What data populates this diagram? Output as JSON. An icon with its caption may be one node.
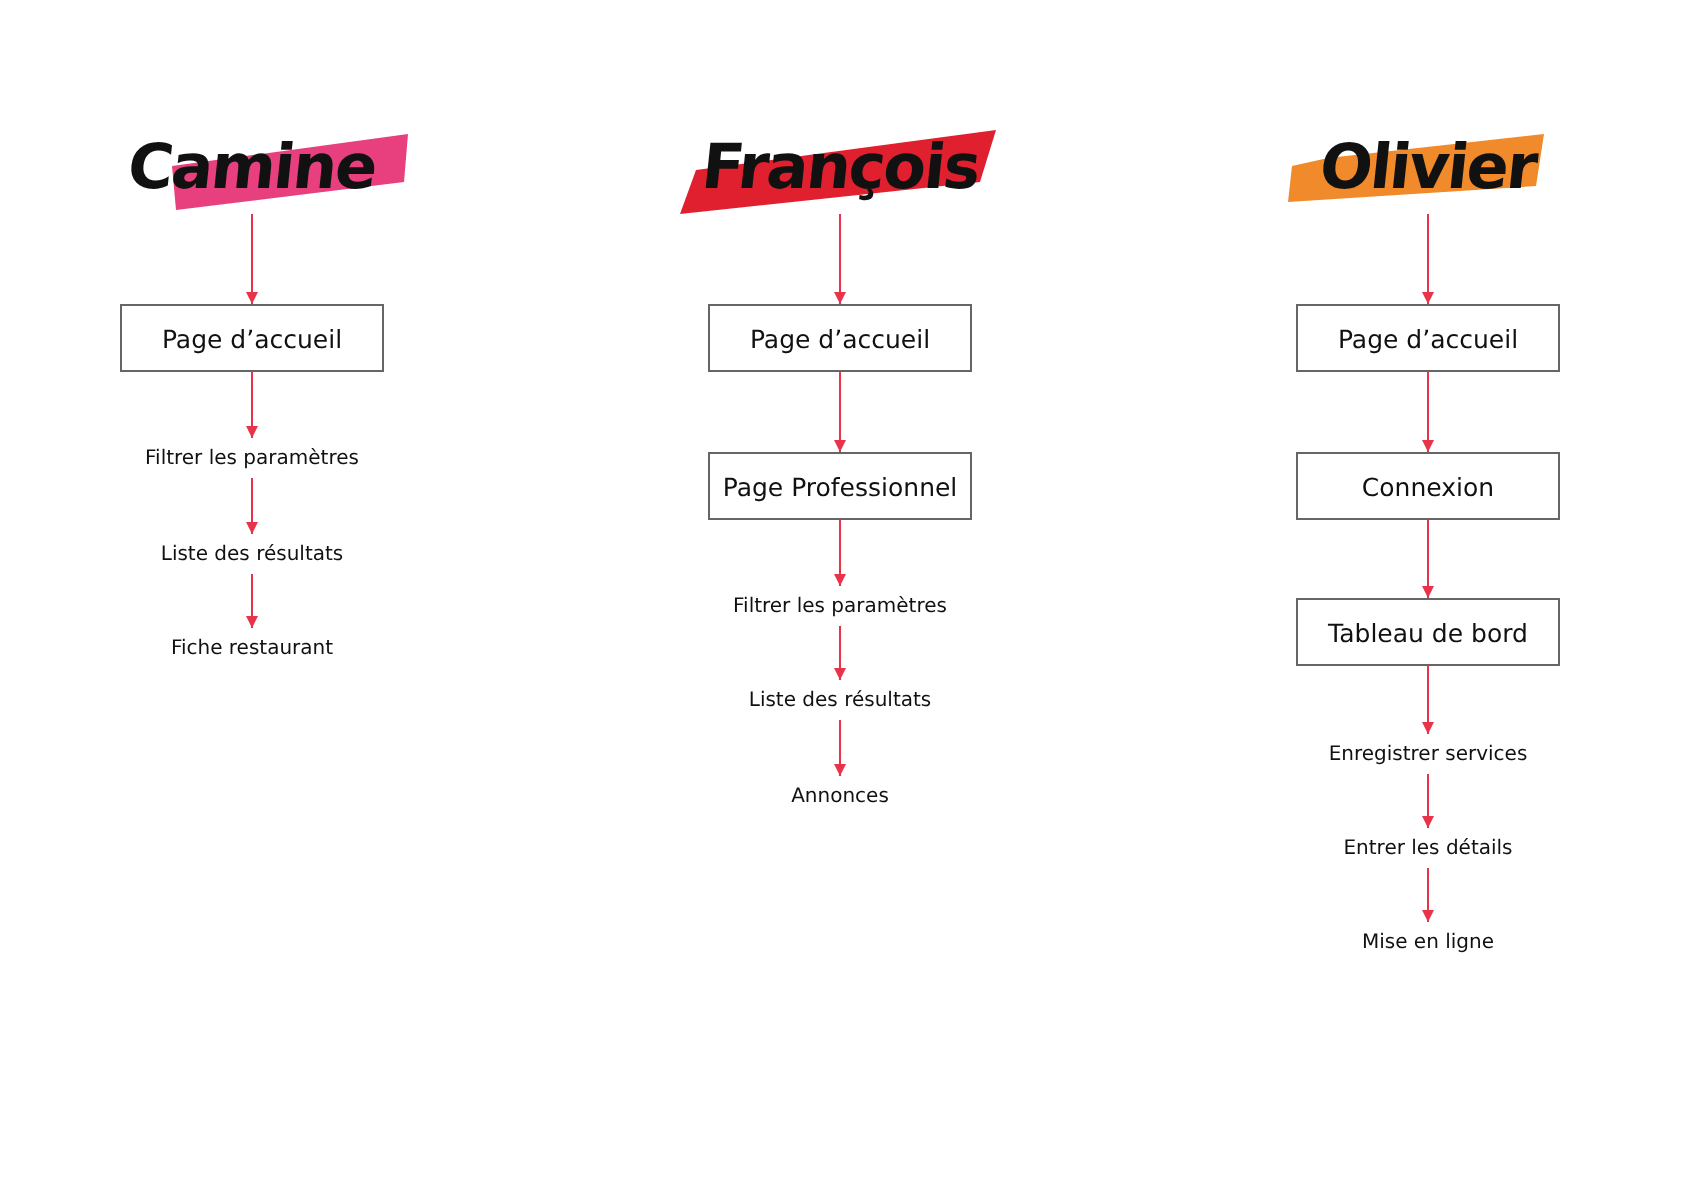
{
  "diagram": {
    "nodes": [
      {
        "text": [
          "Camine"
        ]
      },
      {
        "text": [
          "Page d’accueil"
        ]
      },
      {
        "text": [
          "Filtrer les paramètres"
        ]
      },
      {
        "text": [
          "Liste des résultats"
        ]
      },
      {
        "text": [
          "Fiche restaurant"
        ]
      },
      {
        "text": [
          "François"
        ]
      },
      {
        "text": [
          "Page d’accueil"
        ]
      },
      {
        "text": [
          "Page Professionnel"
        ]
      },
      {
        "text": [
          "Filtrer les paramètres"
        ]
      },
      {
        "text": [
          "Liste des résultats"
        ]
      },
      {
        "text": [
          "Annonces"
        ]
      },
      {
        "text": [
          "Olivier"
        ]
      },
      {
        "text": [
          "Page d’accueil"
        ]
      },
      {
        "text": [
          "Connexion"
        ]
      },
      {
        "text": [
          "Tableau de bord"
        ]
      },
      {
        "text": [
          "Enregistrer services"
        ]
      },
      {
        "text": [
          "Entrer les détails"
        ]
      },
      {
        "text": [
          "Mise en ligne"
        ]
      }
    ],
    "edges": [
      {
        "from": 0,
        "to": 1,
        "arrow": "to"
      },
      {
        "from": 1,
        "to": 2,
        "arrow": "to"
      },
      {
        "from": 2,
        "to": 3,
        "arrow": "to"
      },
      {
        "from": 3,
        "to": 4,
        "arrow": "to"
      },
      {
        "from": 5,
        "to": 6,
        "arrow": "to"
      },
      {
        "from": 6,
        "to": 7,
        "arrow": "to"
      },
      {
        "from": 7,
        "to": 8,
        "arrow": "to"
      },
      {
        "from": 8,
        "to": 9,
        "arrow": "to"
      },
      {
        "from": 9,
        "to": 10,
        "arrow": "to"
      },
      {
        "from": 11,
        "to": 12,
        "arrow": "to"
      },
      {
        "from": 12,
        "to": 13,
        "arrow": "to"
      },
      {
        "from": 13,
        "to": 14,
        "arrow": "to"
      },
      {
        "from": 14,
        "to": 15,
        "arrow": "to"
      },
      {
        "from": 15,
        "to": 16,
        "arrow": "to"
      },
      {
        "from": 16,
        "to": 17,
        "arrow": "to"
      }
    ]
  }
}
